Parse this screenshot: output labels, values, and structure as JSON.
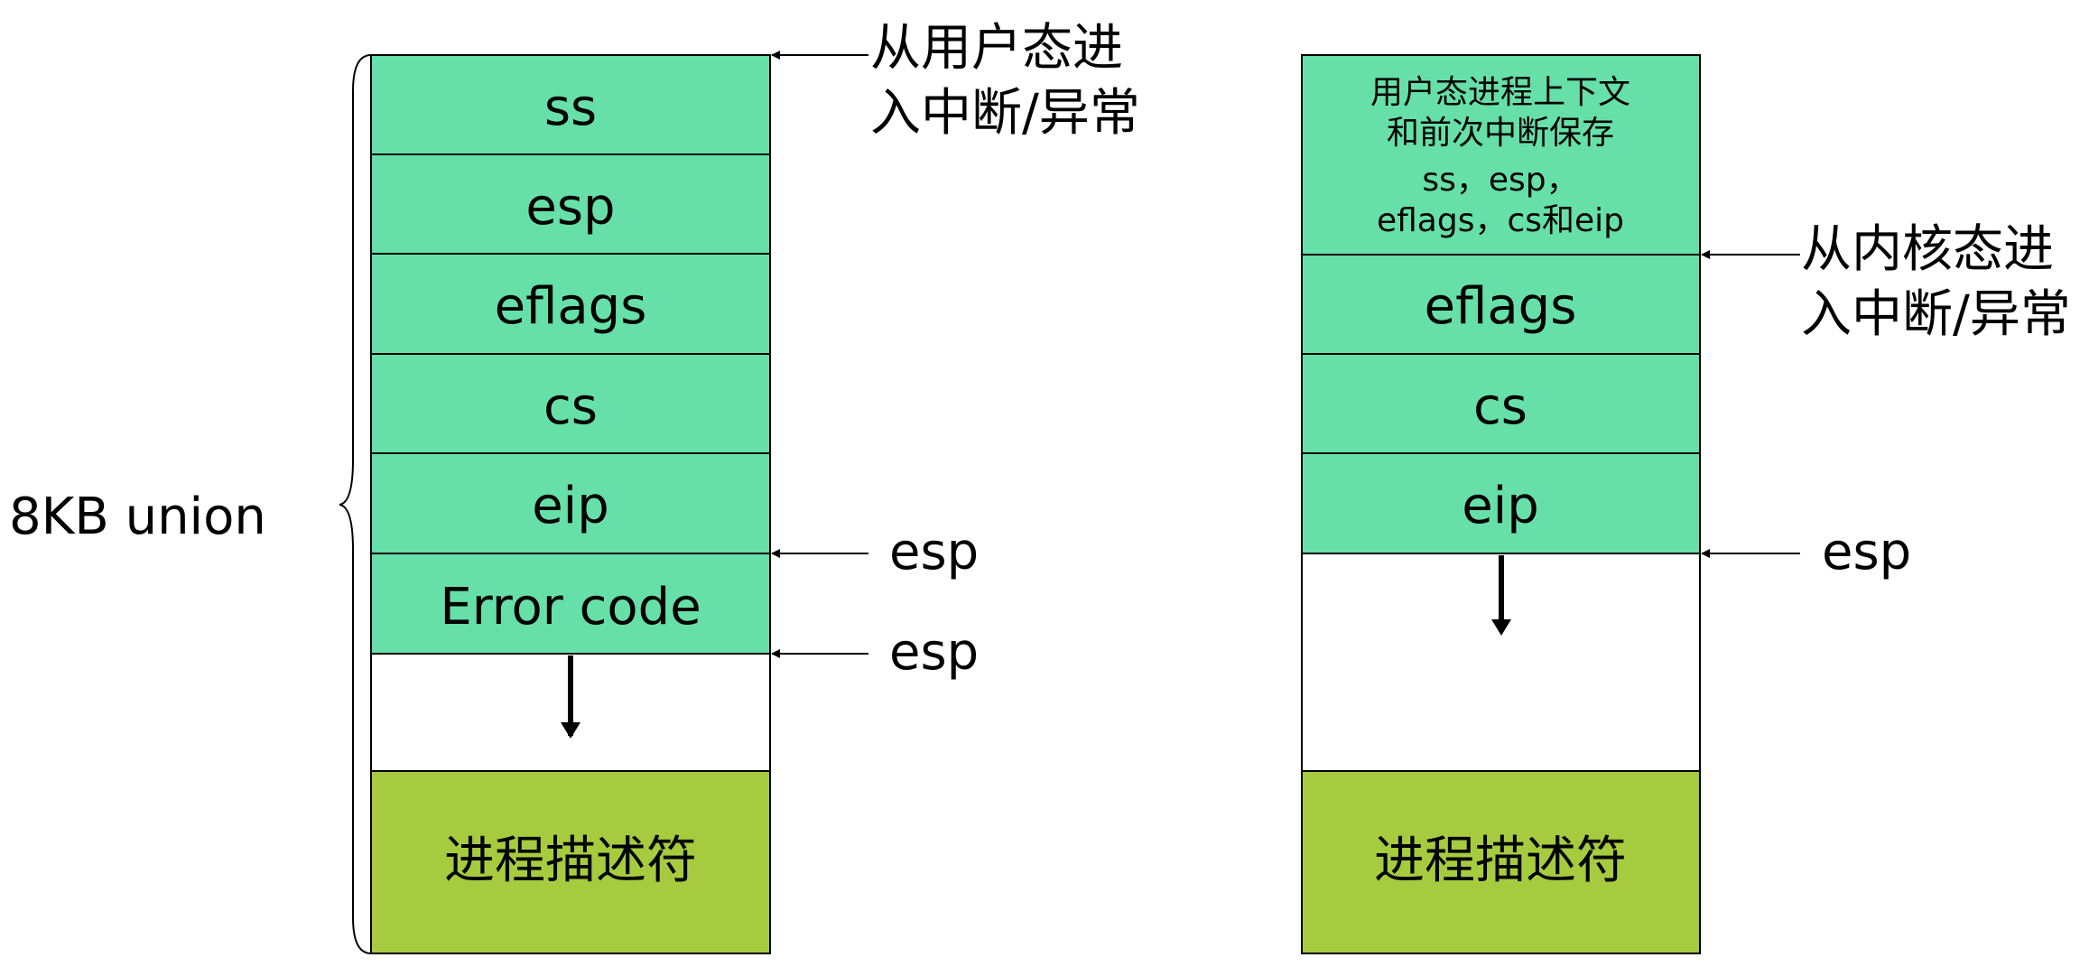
{
  "colors": {
    "register_cell": "#66e0a8",
    "descriptor_cell": "#a6cb3f",
    "stroke": "#000000",
    "empty": "#ffffff"
  },
  "brace_label": "8KB union",
  "left_stack": {
    "cells": [
      "ss",
      "esp",
      "eflags",
      "cs",
      "eip",
      "Error code"
    ],
    "descriptor": "进程描述符",
    "entry_label_lines": [
      "从用户态进",
      "入中断/异常"
    ],
    "esp_labels": [
      "esp",
      "esp"
    ]
  },
  "right_stack": {
    "context_lines": [
      "用户态进程上下文",
      "和前次中断保存",
      "ss，esp，",
      "eflags，cs和eip"
    ],
    "cells": [
      "eflags",
      "cs",
      "eip"
    ],
    "descriptor": "进程描述符",
    "entry_label_lines": [
      "从内核态进",
      "入中断/异常"
    ],
    "esp_label": "esp"
  }
}
